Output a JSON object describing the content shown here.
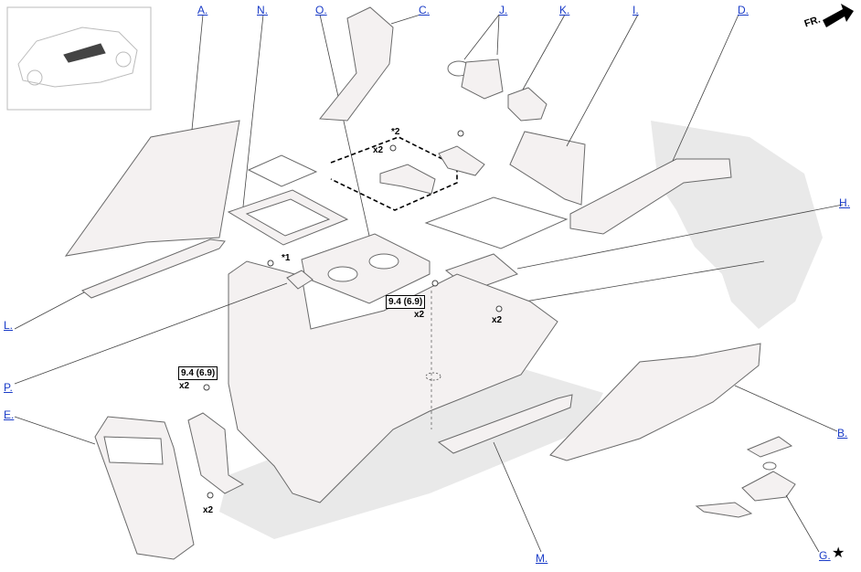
{
  "callouts": {
    "A": "A.",
    "B": "B.",
    "C": "C.",
    "D": "D.",
    "E": "E.",
    "G": "G.",
    "H": "H.",
    "I": "I.",
    "J": "J.",
    "K": "K.",
    "L": "L.",
    "M": "M.",
    "N": "N.",
    "O": "O.",
    "P": "P."
  },
  "notes": {
    "star1": "*1",
    "star2": "*2",
    "qty_x2": "x2"
  },
  "torque": {
    "value": "9.4 (6.9)"
  },
  "direction": {
    "label": "FR."
  },
  "marker": {
    "star_icon": "★"
  }
}
